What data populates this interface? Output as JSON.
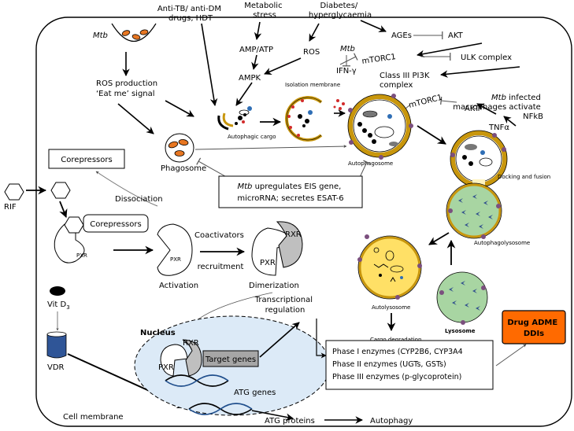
{
  "labels": {
    "anti_tb": [
      "Anti-TB/ anti-DM",
      "drugs, HDT"
    ],
    "metabolic_stress": [
      "Metabolic",
      "stress"
    ],
    "diabetes": [
      "Diabetes/",
      "hyperglycaemia"
    ],
    "ages": "AGEs",
    "akt_top": "AKT",
    "mtb_top_left": "Mtb",
    "amp_atp": "AMP/ATP",
    "ros": "ROS",
    "mtb_ifn": "Mtb",
    "ifn": "IFN-γ",
    "mtorc1_top": "mTORC1",
    "ulk": "ULK complex",
    "ampk": "AMPK",
    "class3": [
      "Class III PI3K",
      "complex"
    ],
    "mtb_infected_mtb": "Mtb",
    "mtb_infected": [
      " infected",
      "macrophages activate",
      "NFkB"
    ],
    "ros_production": [
      "ROS production",
      "‘Eat me’ signal"
    ],
    "isolation_membrane": "Isolation membrane",
    "autophagic_cargo": "Autophagic cargo",
    "mtorc1_mid": "mTORC1",
    "akt_mid": "AKT",
    "tnfa": "TNFα",
    "corepressors_top": "Corepressors",
    "phagosome": "Phagosome",
    "autophagosome": "Autophagosome",
    "docking": "Docking and fusion",
    "rif": "RIF",
    "dissociation": "Dissociation",
    "eis_mtb": "Mtb",
    "eis_line1": " upregulates EIS gene,",
    "eis_line2": "microRNA; secretes ESAT-6",
    "corepressors_pxr": "Corepressors",
    "pxr": "PXR",
    "activation_pxr": "PXR",
    "activation": "Activation",
    "coactivators": [
      "Coactivators",
      "recruitment"
    ],
    "rxr": "RXR",
    "dimer_pxr": "PXR",
    "dimerization": "Dimerization",
    "autophagolysosome": "Autophagolysosome",
    "vit_d3": "Vit D",
    "vit_d3_sub": "3",
    "autolysosome": "Autolysosome",
    "cargo_degradation": "Cargo degradation",
    "lysosome": "Lysosome",
    "transcriptional": [
      "Transcriptional",
      "regulation"
    ],
    "drug_adme": [
      "Drug ADME",
      "DDIs"
    ],
    "nucleus": "Nucleus",
    "nucleus_rxr": "RXR",
    "nucleus_pxr": "PXR",
    "target_genes": "Target genes",
    "phase1": "Phase I enzymes (CYP2B6, CYP3A4",
    "phase2": "Phase II enzymes (UGTs, GSTs)",
    "phase3": "Phase III enzymes (p-glycoprotein)",
    "vdr": "VDR",
    "atg_genes": "ATG genes",
    "cell_membrane": "Cell membrane",
    "atg_proteins": "ATG proteins",
    "autophagy": "Autophagy"
  },
  "colors": {
    "bacterium": "#E87722",
    "membrane_gold": "#C8960C",
    "autolysosome_fill": "#FFE066",
    "lysosome_fill": "#A8D5A2",
    "nucleus_fill": "#DCEAF7",
    "drug_box": "#FF6A00",
    "lysosome_chevron": "#2E4C8C",
    "purple_dot": "#7B4F7E",
    "red_dot": "#D22B2B"
  }
}
